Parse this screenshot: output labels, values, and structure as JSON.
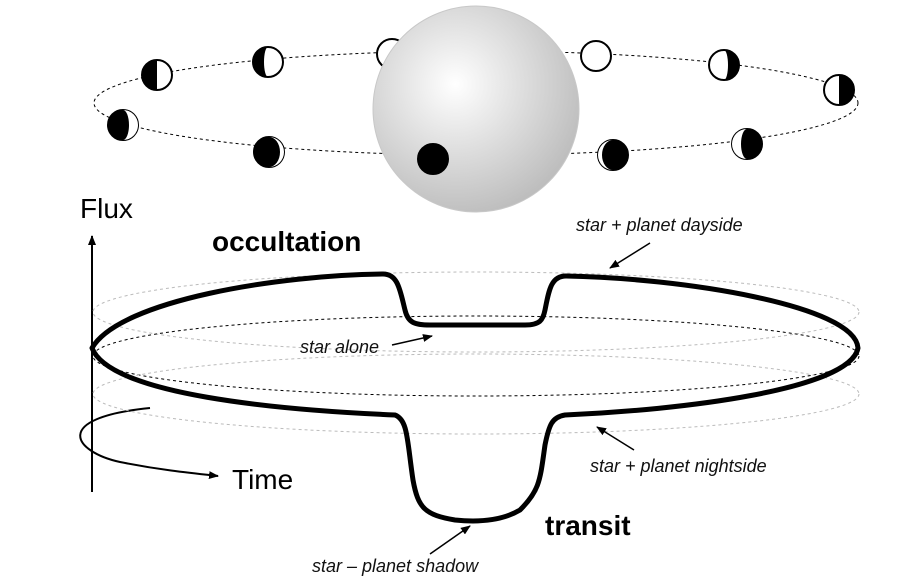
{
  "axes": {
    "flux_label": "Flux",
    "time_label": "Time"
  },
  "labels": {
    "occultation": "occultation",
    "transit": "transit",
    "star_alone": "star alone",
    "star_plus_dayside": "star + planet dayside",
    "star_plus_nightside": "star + planet nightside",
    "star_minus_shadow": "star – planet shadow"
  },
  "colors": {
    "ink": "#000000",
    "guide": "#bbbbbb",
    "star_center": "#ffffff",
    "star_edge": "#bdbdbd"
  },
  "planet_phases": [
    {
      "position": "back-center",
      "phase": "full"
    },
    {
      "position": "back-left-inner",
      "phase": "gibbous"
    },
    {
      "position": "back-left-outer",
      "phase": "half"
    },
    {
      "position": "left-end",
      "phase": "crescent"
    },
    {
      "position": "front-left-outer",
      "phase": "thin-crescent"
    },
    {
      "position": "front-center",
      "phase": "new"
    },
    {
      "position": "front-right-inner",
      "phase": "thin-crescent"
    },
    {
      "position": "front-right-outer",
      "phase": "crescent"
    },
    {
      "position": "right-end",
      "phase": "half"
    },
    {
      "position": "back-right-outer",
      "phase": "gibbous"
    },
    {
      "position": "back-right-inner",
      "phase": "full"
    }
  ]
}
